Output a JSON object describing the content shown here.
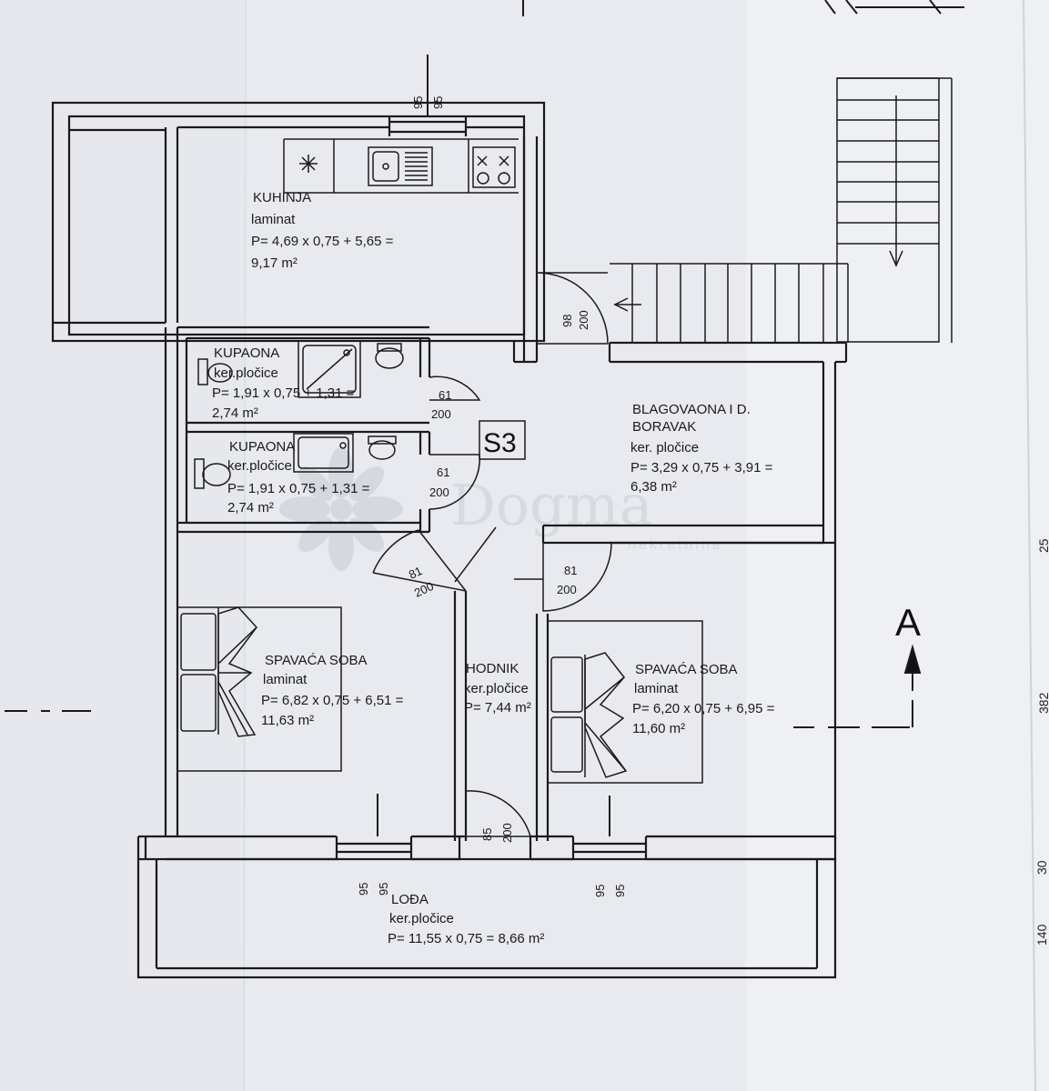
{
  "rooms": {
    "kitchen": {
      "name": "KUHINJA",
      "floor": "laminat",
      "formula": "P= 4,69 x 0,75 + 5,65 =",
      "area": "9,17 m²"
    },
    "bath1": {
      "name": "KUPAONA",
      "floor": "ker.pločice",
      "formula": "P= 1,91 x 0,75 + 1,31 =",
      "area": "2,74 m²"
    },
    "bath2": {
      "name": "KUPAONA",
      "floor": "ker.pločice",
      "formula": "P= 1,91 x 0,75 + 1,31 =",
      "area": "2,74 m²"
    },
    "dining": {
      "name1": "BLAGOVAONA I D.",
      "name2": "BORAVAK",
      "floor": "ker. pločice",
      "formula": "P= 3,29 x 0,75 + 3,91 =",
      "area": "6,38 m²"
    },
    "bed1": {
      "name": "SPAVAĆA SOBA",
      "floor": "laminat",
      "formula": "P= 6,82 x 0,75 + 6,51 =",
      "area": "11,63 m²"
    },
    "hall": {
      "name": "HODNIK",
      "floor": "ker.pločice",
      "formula": "P= 7,44 m²"
    },
    "bed2": {
      "name": "SPAVAĆA SOBA",
      "floor": "laminat",
      "formula": "P= 6,20 x 0,75 + 6,95 =",
      "area": "11,60 m²"
    },
    "loggia": {
      "name": "LOĐA",
      "floor": "ker.pločice",
      "formula": "P= 11,55 x 0,75 = 8,66 m²"
    }
  },
  "unit_label": "S3",
  "section_marker": "A",
  "doors": {
    "entry": {
      "w": "98",
      "h": "200"
    },
    "bath1": {
      "w": "61",
      "h": "200"
    },
    "bath2": {
      "w": "61",
      "h": "200"
    },
    "bed1": {
      "w": "81",
      "h": "200"
    },
    "bed2": {
      "w": "81",
      "h": "200"
    },
    "hall": {
      "w": "85",
      "h": "200"
    }
  },
  "windows": {
    "top": {
      "a": "95",
      "b": "95"
    },
    "bed1": {
      "a": "95",
      "b": "95"
    },
    "bed2": {
      "a": "95",
      "b": "95"
    }
  },
  "edge_dims": [
    "25",
    "382",
    "30",
    "140"
  ],
  "watermark": {
    "brand": "Dogma",
    "sub": "nekretnine"
  }
}
